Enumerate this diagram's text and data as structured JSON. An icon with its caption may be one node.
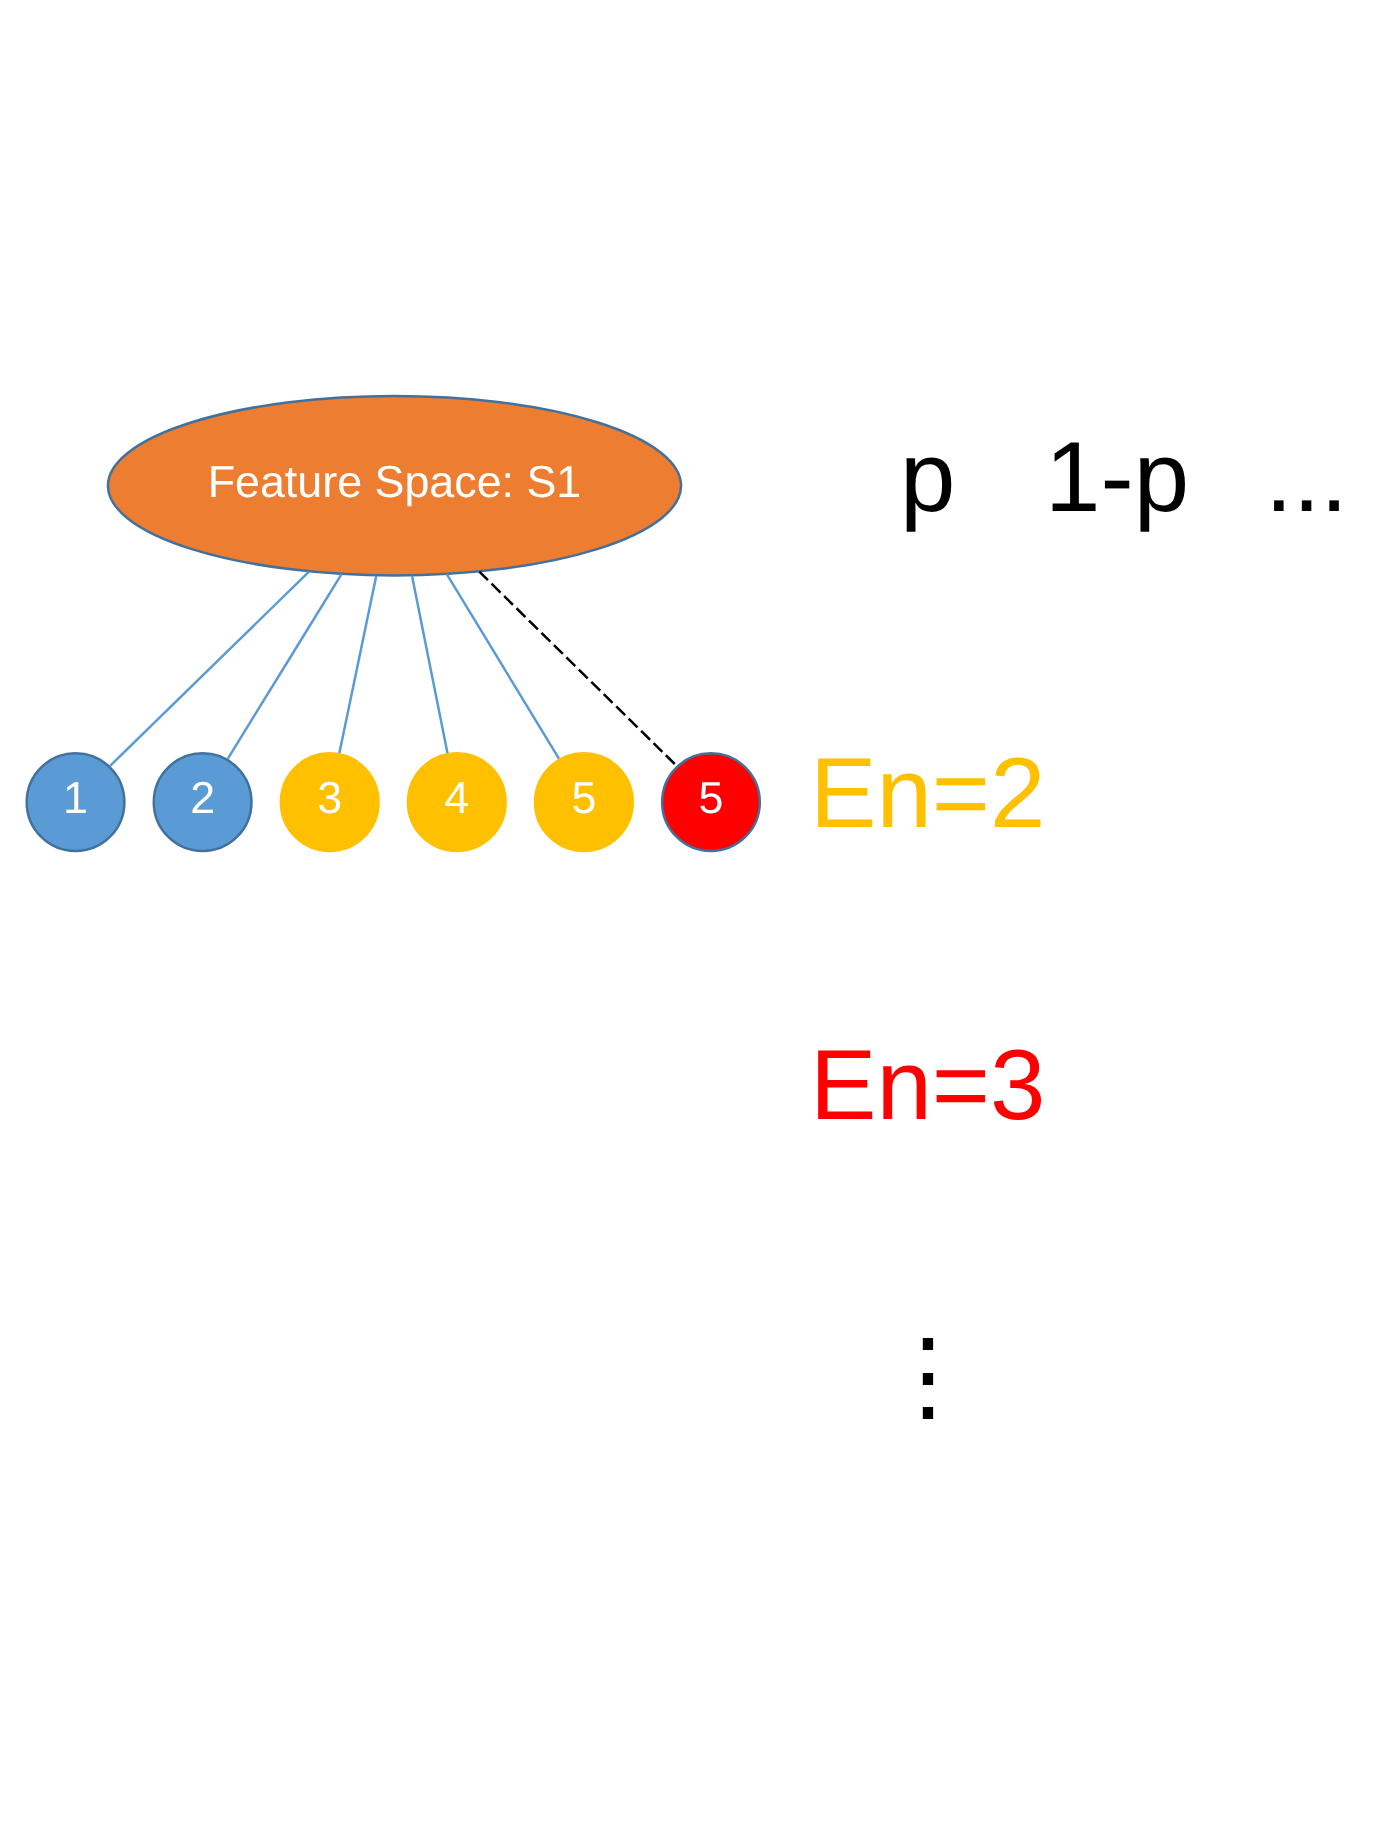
{
  "diagram": {
    "nodes": [
      {
        "text": [
          "Feature Space: S1"
        ]
      },
      {
        "text": [
          "1"
        ]
      },
      {
        "text": [
          "2"
        ]
      },
      {
        "text": [
          "3"
        ]
      },
      {
        "text": [
          "4"
        ]
      },
      {
        "text": [
          "5"
        ]
      },
      {
        "text": [
          "5"
        ]
      }
    ],
    "edges": [
      {
        "from": 0,
        "to": 1,
        "arrow": "none"
      },
      {
        "from": 0,
        "to": 2,
        "arrow": "none"
      },
      {
        "from": 0,
        "to": 3,
        "arrow": "none"
      },
      {
        "from": 0,
        "to": 4,
        "arrow": "none"
      },
      {
        "from": 0,
        "to": 5,
        "arrow": "none"
      },
      {
        "from": 0,
        "to": 6,
        "arrow": "none",
        "style": "dashed",
        "color": "#000000"
      }
    ],
    "labels": [
      "p",
      "1-p",
      "...",
      "En=2",
      "En=3",
      "⋮"
    ]
  }
}
